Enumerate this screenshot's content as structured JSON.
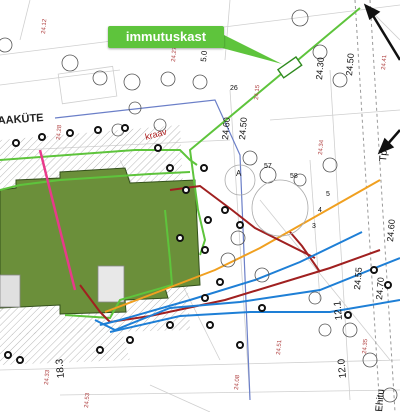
{
  "callout": {
    "label": "immutuskast"
  },
  "building": {
    "name_fragment": "AAKÜTE",
    "label_kraav": "kraav"
  },
  "utility_colors": {
    "green": "#5ec43c",
    "orange": "#f0a020",
    "red": "#a02020",
    "blue": "#1e7fd6",
    "pink": "#e83a8a",
    "grey_blue": "#6b7fc8"
  },
  "elevations": [
    "24.50",
    "24.30",
    "24.50",
    "24.60",
    "24.55",
    "24.60",
    "24.70",
    "24.35",
    "24.53",
    "24.12",
    "24.27",
    "24.15",
    "24.33",
    "24.51",
    "24.34",
    "24.28",
    "24.08",
    "24.41"
  ],
  "dimensions": [
    "18.3",
    "12.0",
    "12.1",
    "5.0"
  ],
  "street_fragments": [
    "Tp",
    "Ehitu"
  ],
  "small_numbers": [
    "26",
    "57",
    "58",
    "5",
    "4",
    "3",
    "A"
  ]
}
